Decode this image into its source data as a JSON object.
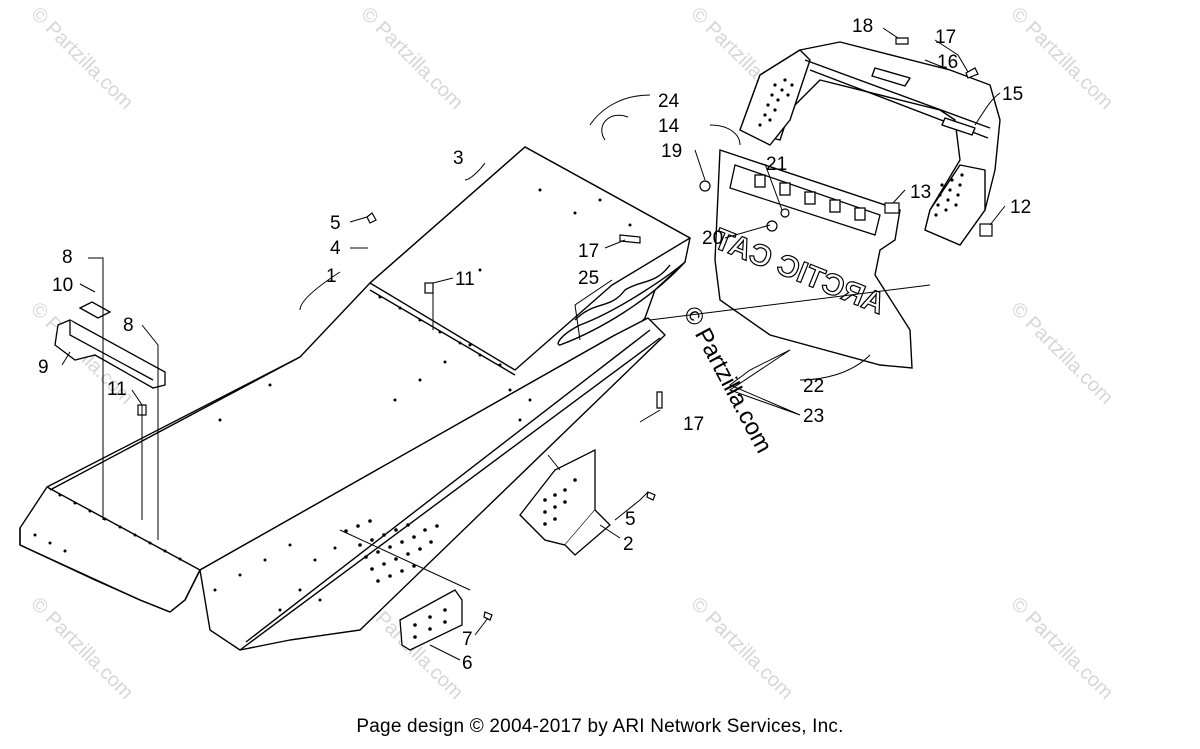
{
  "footer_text": "Page design © 2004-2017 by ARI Network Services, Inc.",
  "watermark_text": "© Partzilla.com",
  "callouts": [
    "1",
    "2",
    "3",
    "4",
    "5",
    "5",
    "6",
    "7",
    "8",
    "8",
    "9",
    "10",
    "11",
    "11",
    "12",
    "13",
    "14",
    "15",
    "16",
    "17",
    "17",
    "17",
    "18",
    "19",
    "20",
    "21",
    "22",
    "23",
    "24",
    "25"
  ],
  "decal_text": "ARCTIC CAT",
  "colors": {
    "line": "#000000",
    "watermark": "#d6d6d6",
    "background": "#ffffff"
  }
}
